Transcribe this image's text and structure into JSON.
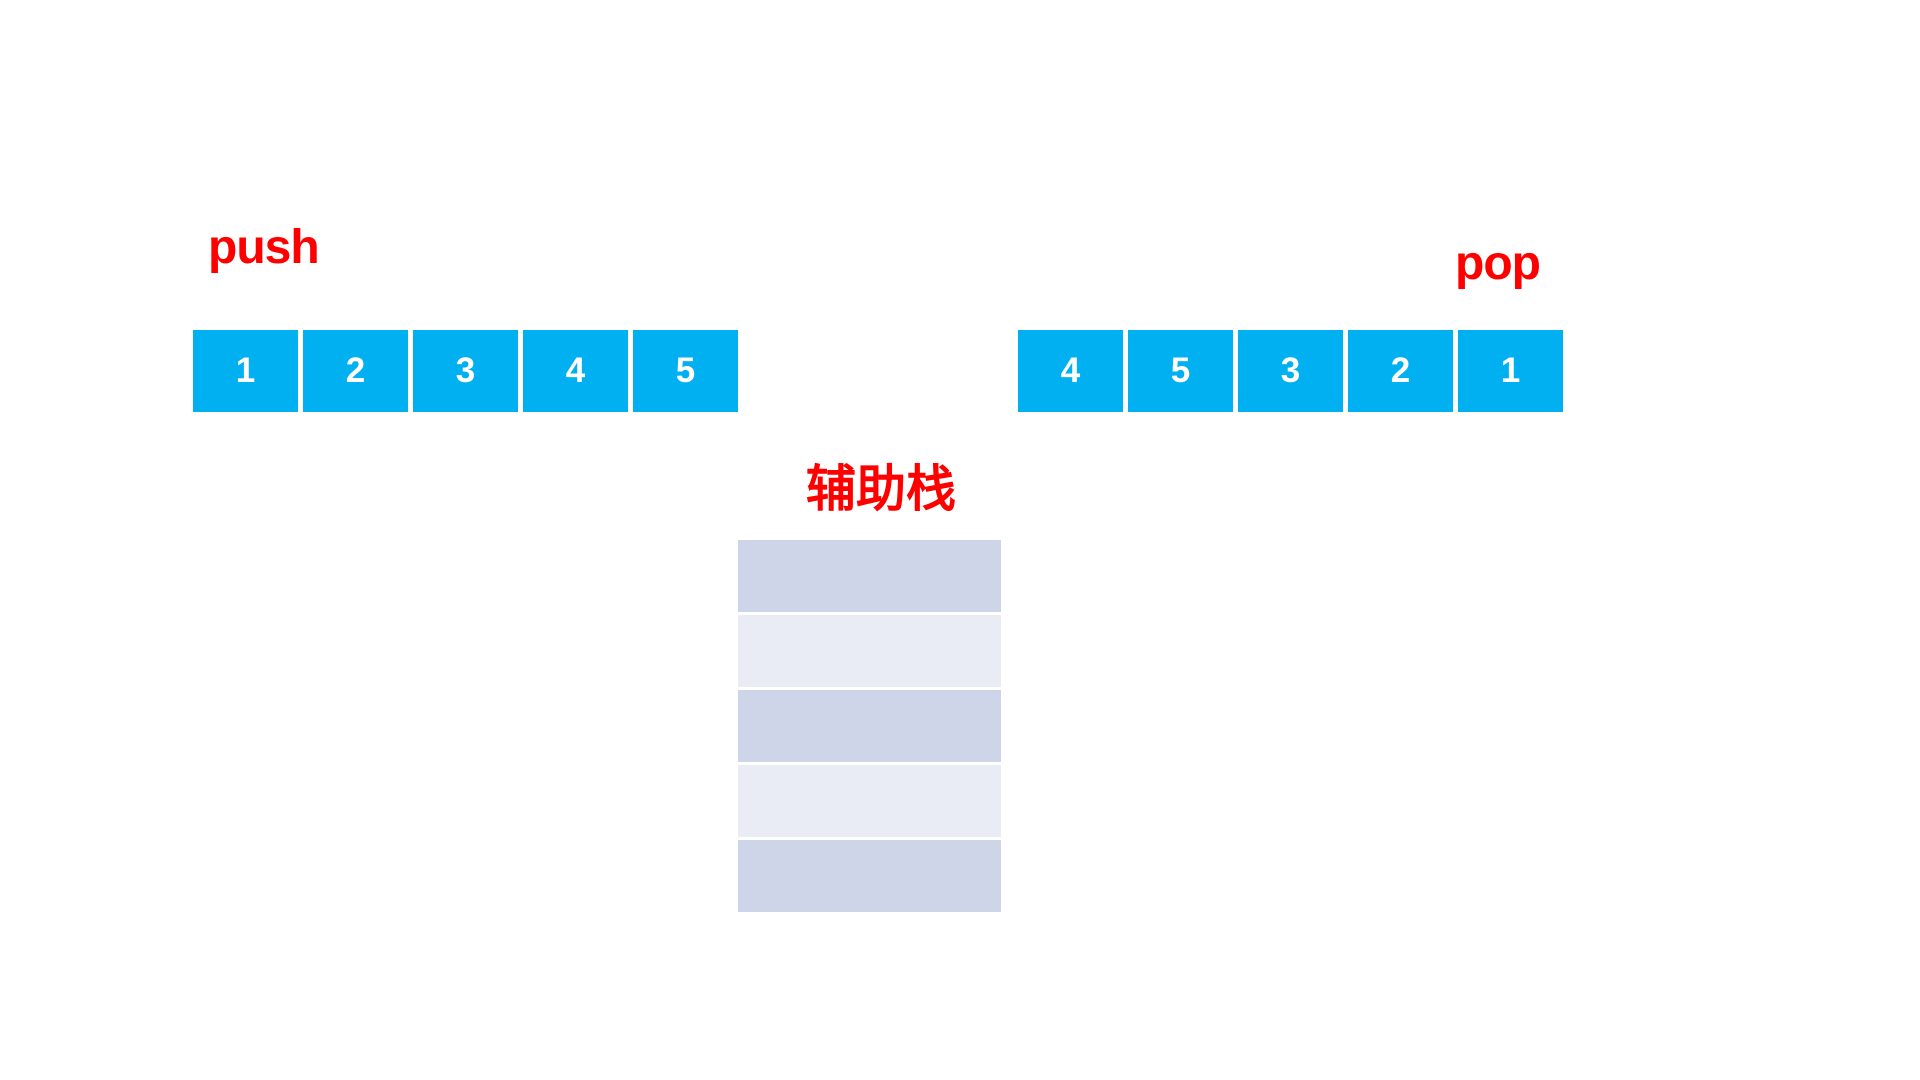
{
  "labels": {
    "push": "push",
    "pop": "pop",
    "aux_stack": "辅助栈"
  },
  "push_sequence": [
    "1",
    "2",
    "3",
    "4",
    "5"
  ],
  "pop_sequence": [
    "4",
    "5",
    "3",
    "2",
    "1"
  ],
  "aux_stack": {
    "slot_count": 5,
    "filled_count": 0
  },
  "colors": {
    "label_color": "#ff0000",
    "cell_fill": "#00b0f0",
    "cell_text": "#ffffff",
    "slot_dark": "#cfd5e8",
    "slot_light": "#e9ebf5",
    "canvas_bg": "#ffffff"
  }
}
